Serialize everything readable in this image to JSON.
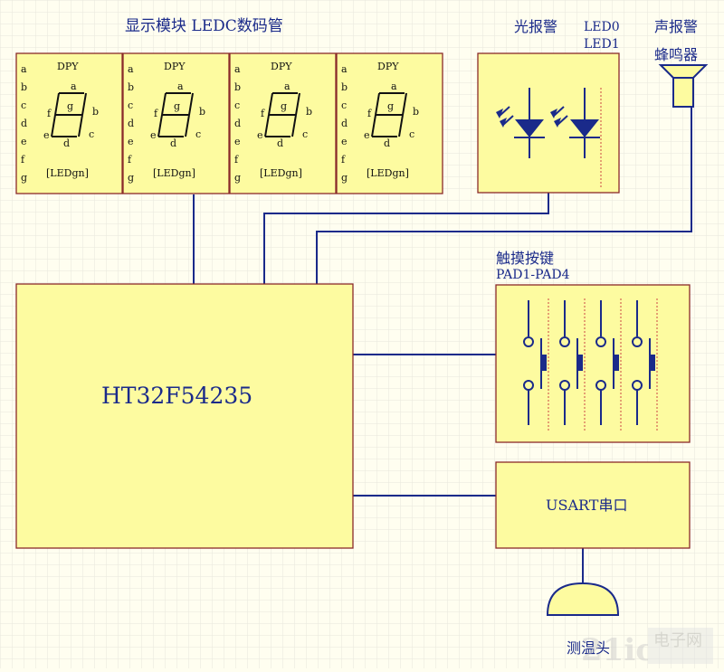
{
  "display": {
    "title": "显示模块 LEDC数码管",
    "digit_title": "DPY",
    "pin_labels": [
      "a",
      "b",
      "c",
      "d",
      "e",
      "f",
      "g"
    ],
    "segment_labels": {
      "a": "a",
      "b": "b",
      "c": "c",
      "d": "d",
      "e": "e",
      "f": "f",
      "g": "g"
    },
    "footer": "[LEDgn]"
  },
  "light_alarm": {
    "title": "光报警",
    "led0": "LED0",
    "led1": "LED1"
  },
  "sound_alarm": {
    "title": "声报警",
    "device": "蜂鸣器"
  },
  "mcu": {
    "label": "HT32F54235"
  },
  "touch": {
    "title": "触摸按键",
    "subtitle": "PAD1-PAD4"
  },
  "uart": {
    "label": "USART串口"
  },
  "temp": {
    "label": "测温头"
  },
  "watermark": {
    "text": "电子网",
    "logo": "21ic"
  },
  "colors": {
    "block_fill": "#fdfba0",
    "block_border": "#8a2a2a",
    "wire": "#1a2a8a",
    "text": "#1a2a8a",
    "grid": "#e7e7dc"
  }
}
